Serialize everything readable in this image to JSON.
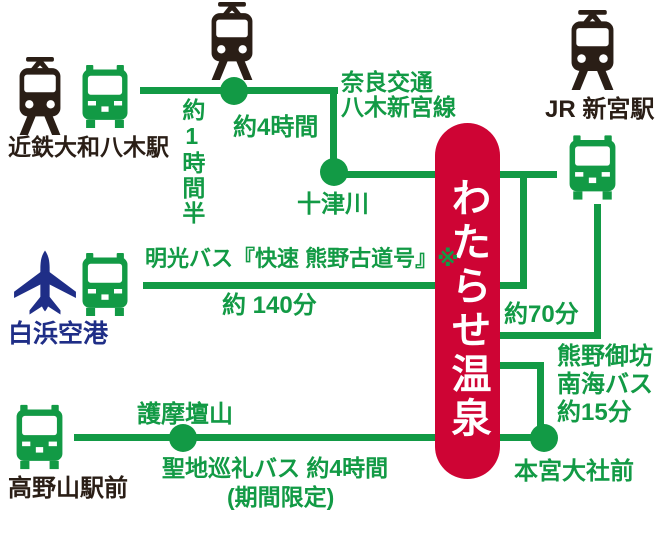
{
  "destination": {
    "label": "わたらせ温泉"
  },
  "palette": {
    "route_green": "#129a45",
    "destination_red": "#ce0434",
    "airport_blue": "#1f2e87",
    "icon_dark": "#2a1e16",
    "pill_text_white": "#ffffff"
  },
  "nodes": {
    "kintetsu_yagi": {
      "label": "近鉄大和八木駅"
    },
    "jr_shingu": {
      "label": "JR 新宮駅"
    },
    "shirahama_airport": {
      "label": "白浜空港"
    },
    "koyasan_station": {
      "label": "高野山駅前"
    },
    "totsukawa": {
      "label": "十津川"
    },
    "hongu_taisha_mae": {
      "label": "本宮大社前"
    },
    "gomadanzan": {
      "label": "護摩壇山"
    }
  },
  "routes": {
    "yagi": {
      "duration1": "約1時間半",
      "duration2": "約4時間",
      "line_name1": "奈良交通",
      "line_name2": "八木新宮線"
    },
    "shingu": {
      "duration": "約70分"
    },
    "hongu": {
      "bus_name1": "熊野御坊",
      "bus_name2": "南海バス",
      "duration": "約15分"
    },
    "meiko": {
      "name": "明光バス『快速 熊野古道号』※",
      "duration": "約 140分"
    },
    "koyasan": {
      "name": "聖地巡礼バス 約4時間",
      "note": "(期間限定)"
    }
  },
  "icons": {
    "train": "train-icon",
    "bus": "bus-icon",
    "airplane": "airplane-icon",
    "stop": "stop-dot"
  }
}
